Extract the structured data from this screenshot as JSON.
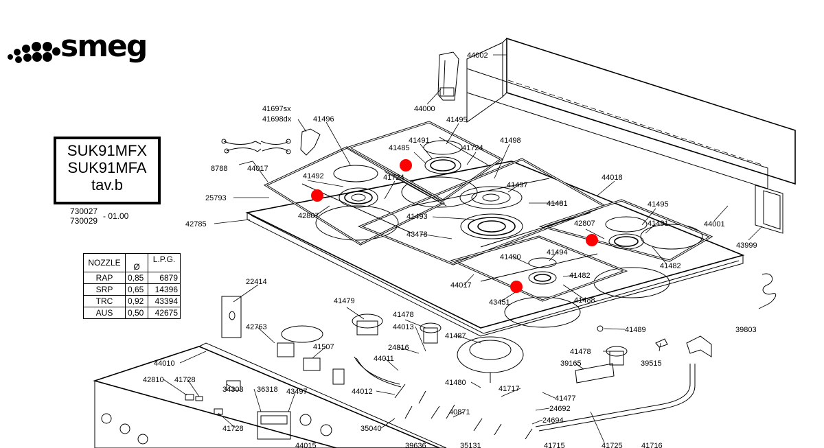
{
  "brand": {
    "name": "smeg"
  },
  "models": {
    "line1": "SUK91MFX",
    "line2": "SUK91MFA",
    "table": "tav.b"
  },
  "doc_codes": {
    "code1": "730027",
    "code2": "730029",
    "version": "- 01.00"
  },
  "nozzle_table": {
    "header_left": "NOZZLE",
    "header_diameter": "Ø",
    "header_gas": "L.P.G.",
    "rows": [
      {
        "name": "RAP",
        "diameter": "0,85",
        "value": "6879"
      },
      {
        "name": "SRP",
        "diameter": "0,65",
        "value": "14396"
      },
      {
        "name": "TRC",
        "diameter": "0,92",
        "value": "43394"
      },
      {
        "name": "AUS",
        "diameter": "0,50",
        "value": "42675"
      }
    ]
  },
  "colors": {
    "marker": "#ff0000",
    "line": "#000000",
    "background": "#ffffff"
  },
  "part_labels": [
    {
      "id": "p1",
      "text": "44002"
    },
    {
      "id": "p2",
      "text": "44000"
    },
    {
      "id": "p3",
      "text": "41697sx"
    },
    {
      "id": "p4",
      "text": "41698dx"
    },
    {
      "id": "p5",
      "text": "41496"
    },
    {
      "id": "p6",
      "text": "41495"
    },
    {
      "id": "p7",
      "text": "41491"
    },
    {
      "id": "p8",
      "text": "41485"
    },
    {
      "id": "p9",
      "text": "41724"
    },
    {
      "id": "p10",
      "text": "41498"
    },
    {
      "id": "p11",
      "text": "8788"
    },
    {
      "id": "p12",
      "text": "44017"
    },
    {
      "id": "p13",
      "text": "41492"
    },
    {
      "id": "p14",
      "text": "41724"
    },
    {
      "id": "p15",
      "text": "44018"
    },
    {
      "id": "p16",
      "text": "41497"
    },
    {
      "id": "p17",
      "text": "25793"
    },
    {
      "id": "p18",
      "text": "41481"
    },
    {
      "id": "p19",
      "text": "41495"
    },
    {
      "id": "p20",
      "text": "42807"
    },
    {
      "id": "p21",
      "text": "42807"
    },
    {
      "id": "p22",
      "text": "41491"
    },
    {
      "id": "p23",
      "text": "42785"
    },
    {
      "id": "p24",
      "text": "41493"
    },
    {
      "id": "p25",
      "text": "44001"
    },
    {
      "id": "p26",
      "text": "43478"
    },
    {
      "id": "p27",
      "text": "43999"
    },
    {
      "id": "p28",
      "text": "41494"
    },
    {
      "id": "p29",
      "text": "41490"
    },
    {
      "id": "p30",
      "text": "41482"
    },
    {
      "id": "p31",
      "text": "41482"
    },
    {
      "id": "p32",
      "text": "22414"
    },
    {
      "id": "p33",
      "text": "44017"
    },
    {
      "id": "p34",
      "text": "43451"
    },
    {
      "id": "p35",
      "text": "41488"
    },
    {
      "id": "p36",
      "text": "41479"
    },
    {
      "id": "p37",
      "text": "41478"
    },
    {
      "id": "p38",
      "text": "42763"
    },
    {
      "id": "p39",
      "text": "44013"
    },
    {
      "id": "p40",
      "text": "41487"
    },
    {
      "id": "p41",
      "text": "41489"
    },
    {
      "id": "p42",
      "text": "39803"
    },
    {
      "id": "p43",
      "text": "41507"
    },
    {
      "id": "p44",
      "text": "24816"
    },
    {
      "id": "p45",
      "text": "41478"
    },
    {
      "id": "p46",
      "text": "44010"
    },
    {
      "id": "p47",
      "text": "44011"
    },
    {
      "id": "p48",
      "text": "39165"
    },
    {
      "id": "p49",
      "text": "39515"
    },
    {
      "id": "p50",
      "text": "42810"
    },
    {
      "id": "p51",
      "text": "41728"
    },
    {
      "id": "p52",
      "text": "34303"
    },
    {
      "id": "p53",
      "text": "36318"
    },
    {
      "id": "p54",
      "text": "43497"
    },
    {
      "id": "p55",
      "text": "44012"
    },
    {
      "id": "p56",
      "text": "41480"
    },
    {
      "id": "p57",
      "text": "41717"
    },
    {
      "id": "p58",
      "text": "41477"
    },
    {
      "id": "p59",
      "text": "24692"
    },
    {
      "id": "p60",
      "text": "40871"
    },
    {
      "id": "p61",
      "text": "24694"
    },
    {
      "id": "p62",
      "text": "41728"
    },
    {
      "id": "p63",
      "text": "35040"
    },
    {
      "id": "p64",
      "text": "44015"
    },
    {
      "id": "p65",
      "text": "39636"
    },
    {
      "id": "p66",
      "text": "35131"
    },
    {
      "id": "p67",
      "text": "41715"
    },
    {
      "id": "p68",
      "text": "41725"
    },
    {
      "id": "p69",
      "text": "41716"
    }
  ]
}
